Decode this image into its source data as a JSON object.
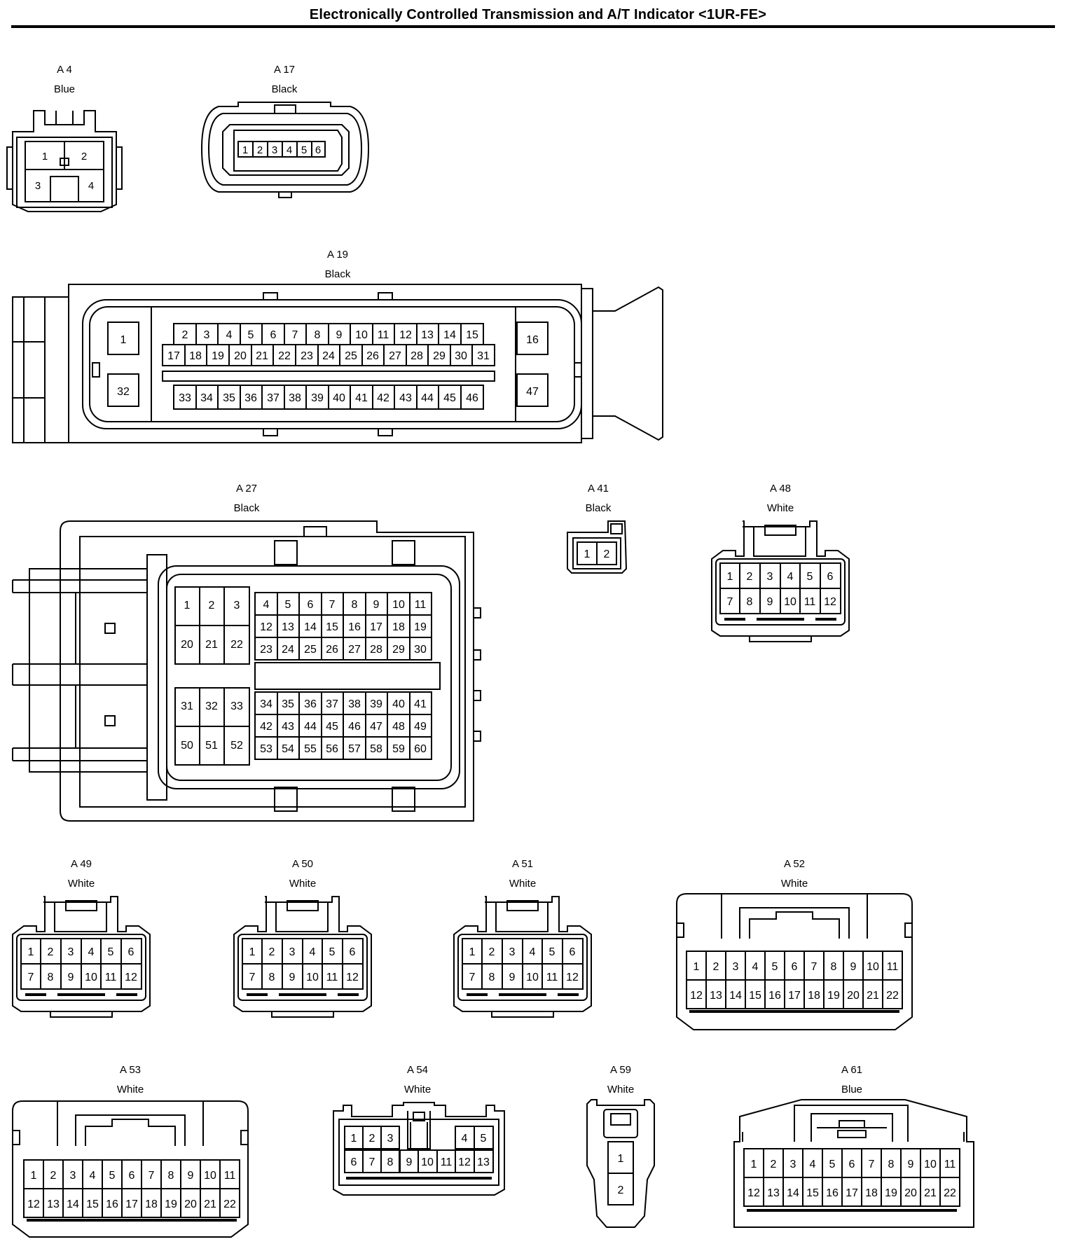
{
  "page_title": "Electronically Controlled Transmission and A/T Indicator <1UR-FE>",
  "connectors": [
    {
      "id": "A 4",
      "color": "Blue"
    },
    {
      "id": "A 17",
      "color": "Black"
    },
    {
      "id": "A 19",
      "color": "Black"
    },
    {
      "id": "A 27",
      "color": "Black"
    },
    {
      "id": "A 41",
      "color": "Black"
    },
    {
      "id": "A 48",
      "color": "White"
    },
    {
      "id": "A 49",
      "color": "White"
    },
    {
      "id": "A 50",
      "color": "White"
    },
    {
      "id": "A 51",
      "color": "White"
    },
    {
      "id": "A 52",
      "color": "White"
    },
    {
      "id": "A 53",
      "color": "White"
    },
    {
      "id": "A 54",
      "color": "White"
    },
    {
      "id": "A 59",
      "color": "White"
    },
    {
      "id": "A 61",
      "color": "Blue"
    }
  ],
  "ink_color": "#000000"
}
